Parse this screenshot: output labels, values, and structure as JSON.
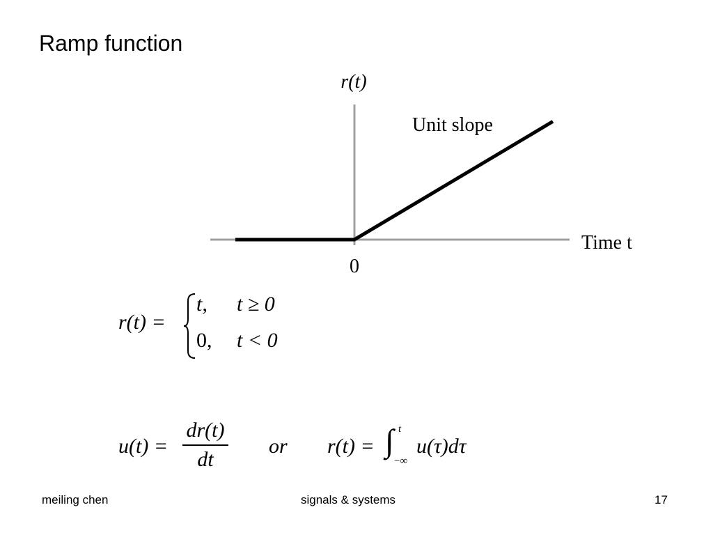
{
  "slide": {
    "title": "Ramp function"
  },
  "chart_data": {
    "type": "line",
    "ylabel": "r(t)",
    "xlabel": "Time t",
    "annotation": "Unit slope",
    "x_tick_labels": [
      "0"
    ],
    "series": [
      {
        "x": [
          -3,
          0,
          5
        ],
        "values": [
          0,
          0,
          3.2
        ]
      }
    ],
    "xlim": [
      -3.4,
      5.4
    ],
    "ylim": [
      0,
      3.8
    ],
    "grid": false
  },
  "equation1": {
    "lhs": "r(t) =",
    "case1_value": "t,",
    "case1_condition": "t ≥ 0",
    "case2_value": "0,",
    "case2_condition": "t < 0"
  },
  "equation2": {
    "lhs": "u(t) =",
    "numerator": "dr(t)",
    "denominator": "dt",
    "connector": "or",
    "rhs_lhs": "r(t) =",
    "integral_upper": "t",
    "integral_lower": "−∞",
    "integrand": "u(τ)dτ"
  },
  "footer": {
    "author": "meiling chen",
    "course": "signals & systems",
    "page": "17"
  }
}
